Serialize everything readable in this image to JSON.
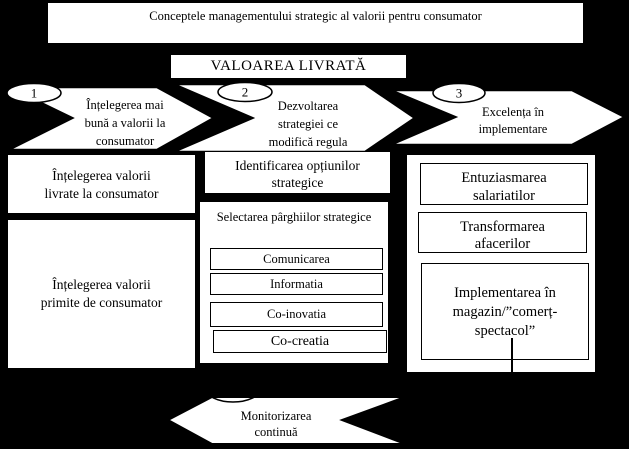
{
  "title": "Conceptele managementului strategic al valorii pentru consumator",
  "banner": "VALOAREA LIVRATĂ",
  "colors": {
    "background": "#000000",
    "box_fill": "#ffffff",
    "line_and_text": "#000000"
  },
  "arrows": [
    {
      "number": "1",
      "lines": [
        "Înțelegerea mai",
        "bună a valorii la",
        "consumator"
      ]
    },
    {
      "number": "2",
      "lines": [
        "Dezvoltarea",
        "strategiei ce",
        "modifică regula"
      ]
    },
    {
      "number": "3",
      "lines": [
        "Excelența în",
        "implementare"
      ]
    }
  ],
  "left_column": {
    "box1_lines": [
      "Înțelegerea valorii",
      "livrate la consumator"
    ],
    "box2_lines": [
      "Înțelegerea valorii",
      "primite  de consumator"
    ]
  },
  "middle_column": {
    "box1_lines": [
      "Identificarea opțiunilor",
      "strategice"
    ],
    "group_label": "Selectarea pârghiilor strategice",
    "levers": [
      "Comunicarea",
      "Informatia",
      "Co-inovatia",
      "Co-creatia"
    ]
  },
  "right_column": {
    "box1_lines": [
      "Entuziasmarea",
      "salariatilor"
    ],
    "box2_lines": [
      "Transformarea",
      "afacerilor"
    ],
    "box3_lines": [
      "Implementarea în",
      "magazin/”comerț-",
      "spectacol”"
    ]
  },
  "bottom_arrow": {
    "lines": [
      "Monitorizarea",
      "continuă"
    ]
  }
}
